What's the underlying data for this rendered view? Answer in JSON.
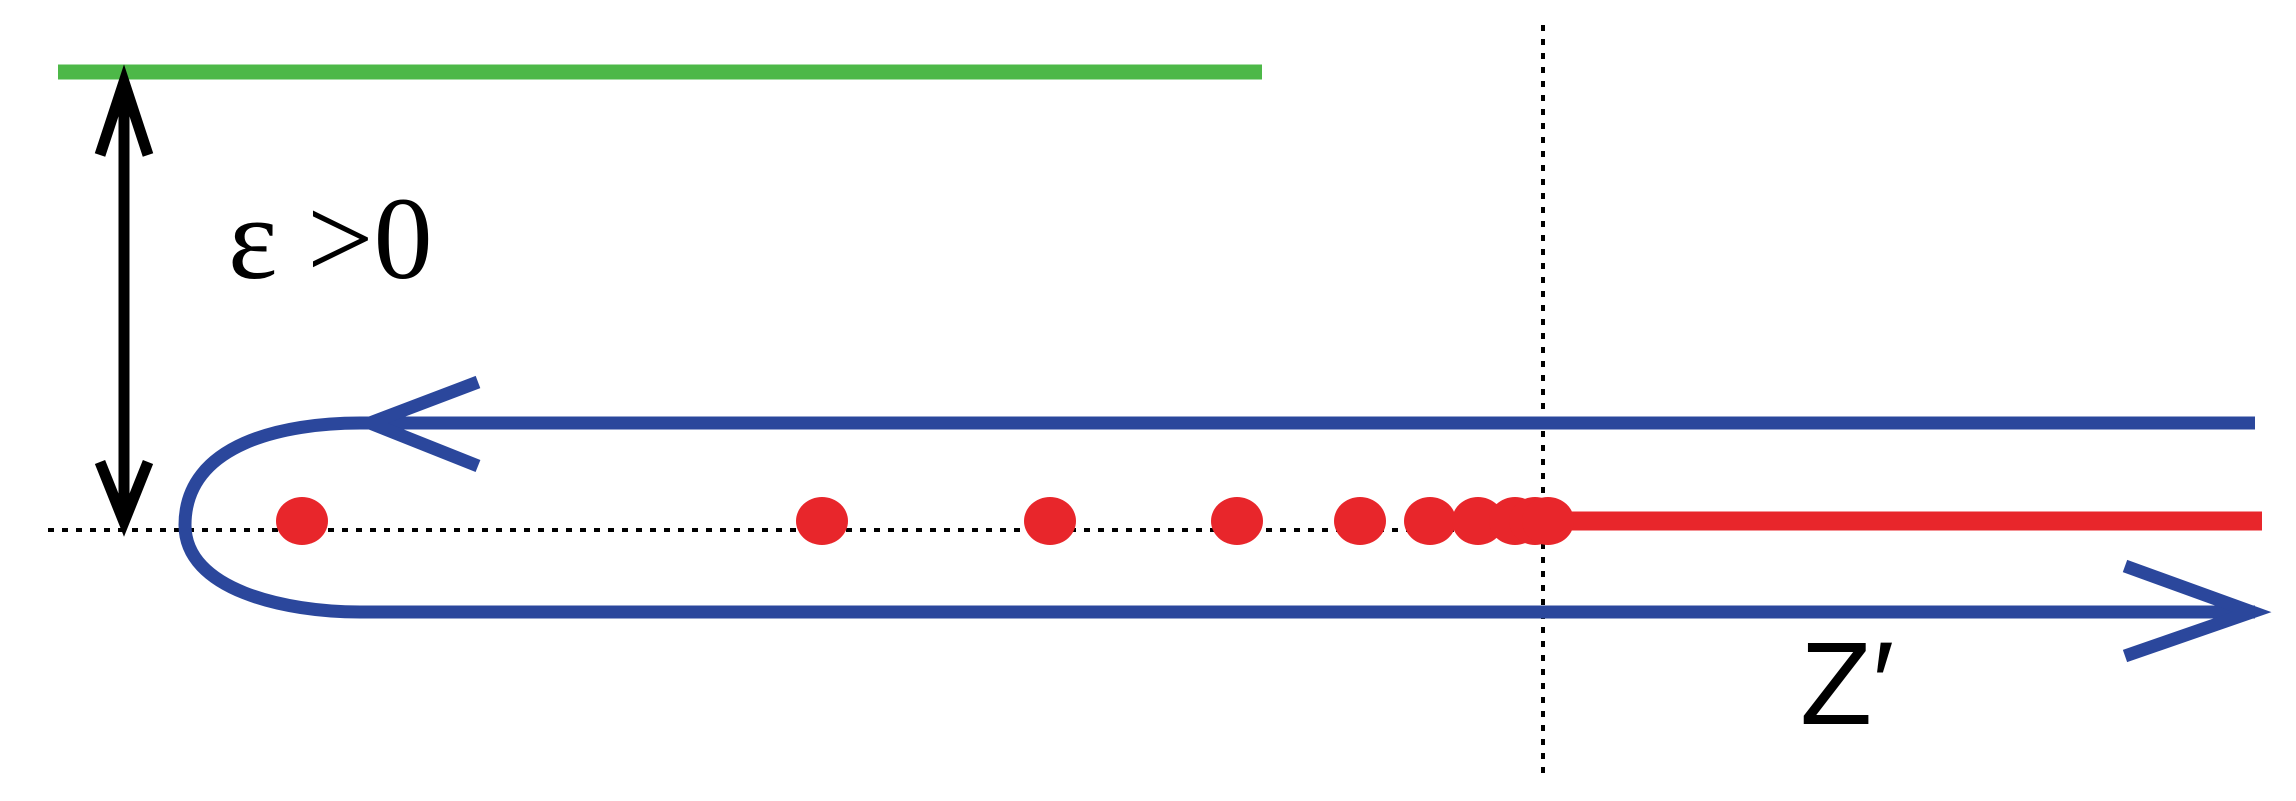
{
  "labels": {
    "epsilon": "ε >0",
    "contour": "Z′"
  },
  "colors": {
    "bound_line": "#4db848",
    "contour": "#2b479c",
    "poles": "#e8262b",
    "cut": "#e8262b",
    "axes": "#000000"
  },
  "pole_count": 10
}
